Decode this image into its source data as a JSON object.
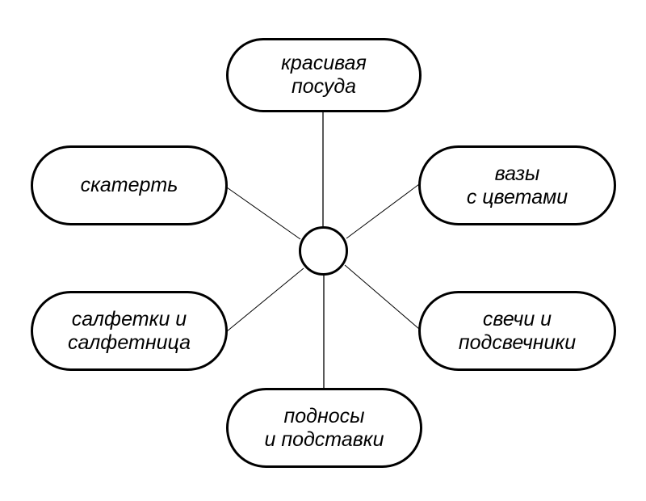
{
  "diagram": {
    "type": "mind-map",
    "center": "",
    "nodes": [
      {
        "id": "top",
        "lines": [
          "красивая",
          "посуда"
        ]
      },
      {
        "id": "left-top",
        "lines": [
          "скатерть"
        ]
      },
      {
        "id": "right-top",
        "lines": [
          "вазы",
          "с цветами"
        ]
      },
      {
        "id": "left-bottom",
        "lines": [
          "салфетки и",
          "салфетница"
        ]
      },
      {
        "id": "right-bottom",
        "lines": [
          "свечи и",
          "подсвечники"
        ]
      },
      {
        "id": "bottom",
        "lines": [
          "подносы",
          "и подставки"
        ]
      }
    ],
    "line_color": "#000000",
    "border_color": "#000000"
  }
}
